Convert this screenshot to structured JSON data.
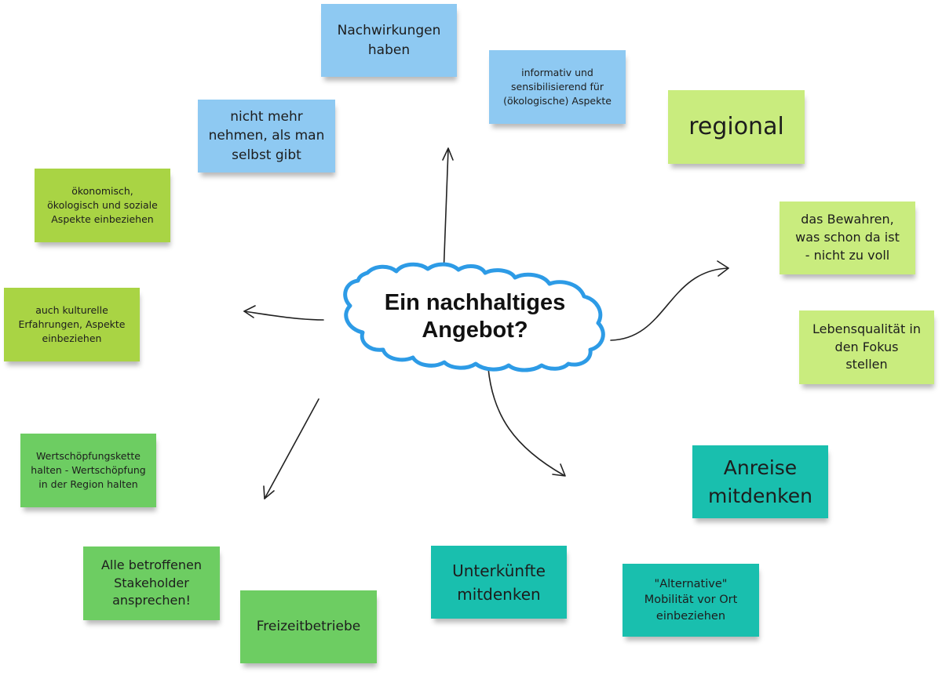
{
  "center": {
    "title": "Ein nachhaltiges\nAngebot?"
  },
  "colors": {
    "blue": "#8ec9f2",
    "lime": "#c9ec7e",
    "olive": "#a9d444",
    "green": "#6dcd62",
    "teal": "#19bfae",
    "cloud_stroke": "#2d9be6",
    "arrow": "#222222"
  },
  "notes": {
    "nachwirkungen": "Nachwirkungen\nhaben",
    "informativ": "informativ und\nsensibilisierend für\n(ökologische) Aspekte",
    "nicht_mehr": "nicht mehr\nnehmen, als man\nselbst gibt",
    "regional": "regional",
    "oekonomisch": "ökonomisch,\nökologisch und soziale\nAspekte einbeziehen",
    "bewahren": "das Bewahren,\nwas schon da ist\n- nicht zu voll",
    "kulturell": "auch kulturelle\nErfahrungen, Aspekte\neinbeziehen",
    "lebensqualitaet": "Lebensqualität in\nden Fokus\nstellen",
    "wertschoepfung": "Wertschöpfungskette\nhalten - Wertschöpfung\nin der Region halten",
    "anreise": "Anreise\nmitdenken",
    "stakeholder": "Alle betroffenen\nStakeholder\nansprechen!",
    "unterkuenfte": "Unterkünfte\nmitdenken",
    "mobilitaet": "\"Alternative\"\nMobilität vor Ort\neinbeziehen",
    "freizeit": "Freizeitbetriebe"
  }
}
